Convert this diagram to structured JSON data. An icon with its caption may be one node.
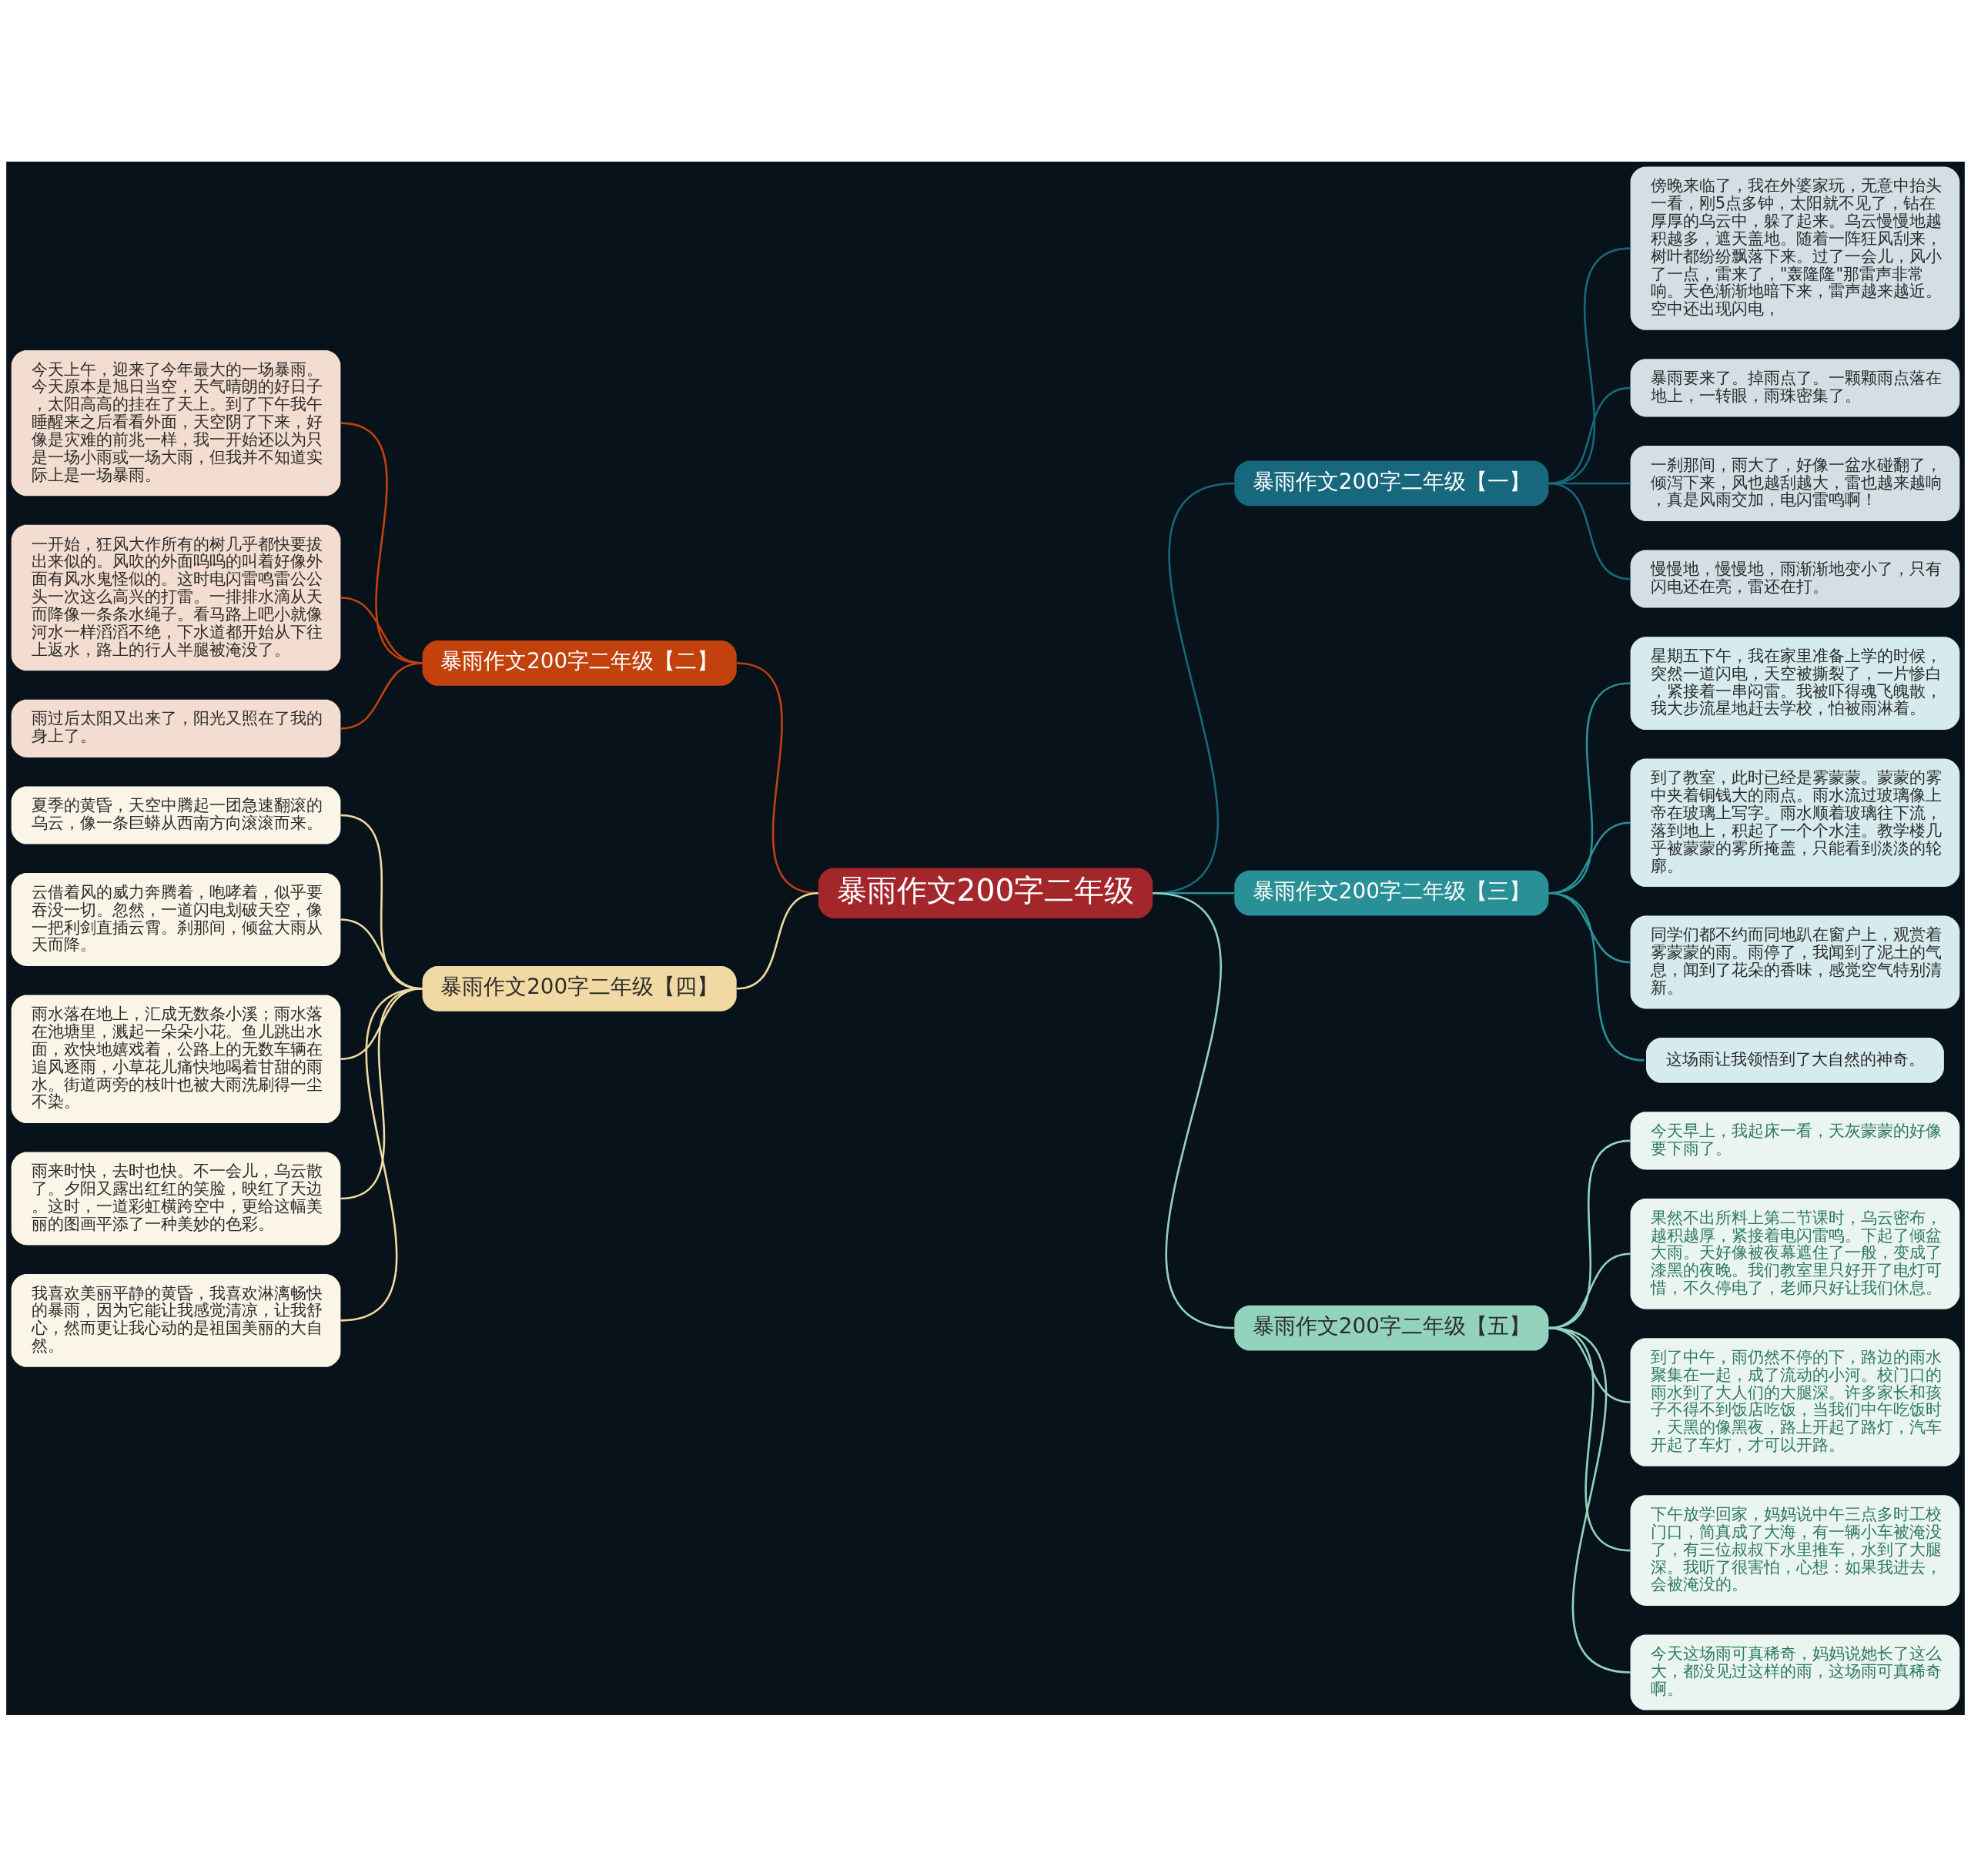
{
  "diagram": {
    "nodes": [
      {
        "text": [
          "暴雨作文200字二年级"
        ]
      },
      {
        "text": [
          "暴雨作文200字二年级【一】"
        ]
      },
      {
        "text": [
          "傍晚来临了，我在外婆家玩，无意中抬头一看，刚5点多钟，太阳就不见了，钻在厚厚的乌云中，躲了起来。乌云慢慢地越积越多，遮天盖地。随着一阵狂风刮来，树叶都纷纷飘落下来。过了一会儿，风小了一点，雷来了，\"轰隆隆\"那雷声非常响。天色渐渐地暗下来，雷声越来越近。空中还出现闪电，"
        ]
      },
      {
        "text": [
          "暴雨要来了。掉雨点了。一颗颗雨点落在地上，一转眼，雨珠密集了。"
        ]
      },
      {
        "text": [
          "一刹那间，雨大了，好像一盆水碰翻了，倾泻下来，风也越刮越大，雷也越来越响，真是风雨交加，电闪雷鸣啊！"
        ]
      },
      {
        "text": [
          "慢慢地，慢慢地，雨渐渐地变小了，只有闪电还在亮，雷还在打。"
        ]
      },
      {
        "text": [
          "暴雨作文200字二年级【二】"
        ]
      },
      {
        "text": [
          "今天上午，迎来了今年最大的一场暴雨。今天原本是旭日当空，天气晴朗的好日子，太阳高高的挂在了天上。到了下午我午睡醒来之后看看外面，天空阴了下来，好像是灾难的前兆一样，我一开始还以为只是一场小雨或一场大雨，但我并不知道实际上是一场暴雨。"
        ]
      },
      {
        "text": [
          "一开始，狂风大作所有的树几乎都快要拔出来似的。风吹的外面呜呜的叫着好像外面有风水鬼怪似的。这时电闪雷鸣雷公公头一次这么高兴的打雷。一排排水滴从天而降像一条条水绳子。看马路上吧小就像河水一样滔滔不绝，下水道都开始从下往上返水，路上的行人半腿被淹没了。"
        ]
      },
      {
        "text": [
          "雨过后太阳又出来了，阳光又照在了我的身上了。"
        ]
      },
      {
        "text": [
          "暴雨作文200字二年级【三】"
        ]
      },
      {
        "text": [
          "星期五下午，我在家里准备上学的时候，突然一道闪电，天空被撕裂了，一片惨白，紧接着一串闷雷。我被吓得魂飞魄散，我大步流星地赶去学校，怕被雨淋着。"
        ]
      },
      {
        "text": [
          "到了教室，此时已经是雾蒙蒙。蒙蒙的雾中夹着铜钱大的雨点。雨水流过玻璃像上帝在玻璃上写字。雨水顺着玻璃往下流，落到地上，积起了一个个水洼。教学楼几乎被蒙蒙的雾所掩盖，只能看到淡淡的轮廓。"
        ]
      },
      {
        "text": [
          "同学们都不约而同地趴在窗户上，观赏着雾蒙蒙的雨。雨停了，我闻到了泥土的气息，闻到了花朵的香味，感觉空气特别清新。"
        ]
      },
      {
        "text": [
          "这场雨让我领悟到了大自然的神奇。"
        ]
      },
      {
        "text": [
          "暴雨作文200字二年级【四】"
        ]
      },
      {
        "text": [
          "夏季的黄昏，天空中腾起一团急速翻滚的乌云，像一条巨蟒从西南方向滚滚而来。"
        ]
      },
      {
        "text": [
          "云借着风的威力奔腾着，咆哮着，似乎要吞没一切。忽然，一道闪电划破天空，像一把利剑直插云霄。刹那间，倾盆大雨从天而降。"
        ]
      },
      {
        "text": [
          "雨水落在地上，汇成无数条小溪；雨水落在池塘里，溅起一朵朵小花。鱼儿跳出水面，欢快地嬉戏着，公路上的无数车辆在追风逐雨，小草花儿痛快地喝着甘甜的雨水。街道两旁的枝叶也被大雨洗刷得一尘不染。"
        ]
      },
      {
        "text": [
          "雨来时快，去时也快。不一会儿，乌云散了。夕阳又露出红红的笑脸，映红了天边。这时，一道彩虹横跨空中，更给这幅美丽的图画平添了一种美妙的色彩。"
        ]
      },
      {
        "text": [
          "我喜欢美丽平静的黄昏，我喜欢淋漓畅快的暴雨，因为它能让我感觉清凉，让我舒心，然而更让我心动的是祖国美丽的大自然。"
        ]
      },
      {
        "text": [
          "暴雨作文200字二年级【五】"
        ]
      },
      {
        "text": [
          "今天早上，我起床一看，天灰蒙蒙的好像要下雨了。"
        ]
      },
      {
        "text": [
          "果然不出所料上第二节课时，乌云密布，越积越厚，紧接着电闪雷鸣。下起了倾盆大雨。天好像被夜幕遮住了一般，变成了漆黑的夜晚。我们教室里只好开了电灯可惜，不久停电了，老师只好让我们休息。"
        ]
      },
      {
        "text": [
          "到了中午，雨仍然不停的下，路边的雨水聚集在一起，成了流动的小河。校门口的雨水到了大人们的大腿深。许多家长和孩子不得不到饭店吃饭，当我们中午吃饭时，天黑的像黑夜，路上开起了路灯，汽车开起了车灯，才可以开路。"
        ]
      },
      {
        "text": [
          "下午放学回家，妈妈说中午三点多时工校门口，简真成了大海，有一辆小车被淹没了，有三位叔叔下水里推车，水到了大腿深。我听了很害怕，心想：如果我进去，会被淹没的。"
        ]
      },
      {
        "text": [
          "今天这场雨可真稀奇，妈妈说她长了这么大，都没见过这样的雨，这场雨可真稀奇啊。"
        ]
      }
    ],
    "edges": [
      {
        "from": 0,
        "to": 1,
        "arrow": "none",
        "color": "#17687d"
      },
      {
        "from": 1,
        "to": 2,
        "arrow": "none",
        "color": "#17687d"
      },
      {
        "from": 1,
        "to": 3,
        "arrow": "none",
        "color": "#17687d"
      },
      {
        "from": 1,
        "to": 4,
        "arrow": "none",
        "color": "#17687d"
      },
      {
        "from": 1,
        "to": 5,
        "arrow": "none",
        "color": "#17687d"
      },
      {
        "from": 0,
        "to": 6,
        "arrow": "none",
        "color": "#c2410c"
      },
      {
        "from": 6,
        "to": 7,
        "arrow": "none",
        "color": "#c2410c"
      },
      {
        "from": 6,
        "to": 8,
        "arrow": "none",
        "color": "#c2410c"
      },
      {
        "from": 6,
        "to": 9,
        "arrow": "none",
        "color": "#c2410c"
      },
      {
        "from": 0,
        "to": 10,
        "arrow": "none",
        "color": "#2a9098"
      },
      {
        "from": 10,
        "to": 11,
        "arrow": "none",
        "color": "#2a9098"
      },
      {
        "from": 10,
        "to": 12,
        "arrow": "none",
        "color": "#2a9098"
      },
      {
        "from": 10,
        "to": 13,
        "arrow": "none",
        "color": "#2a9098"
      },
      {
        "from": 10,
        "to": 14,
        "arrow": "none",
        "color": "#2a9098"
      },
      {
        "from": 0,
        "to": 15,
        "arrow": "none",
        "color": "#f0d9a2"
      },
      {
        "from": 15,
        "to": 16,
        "arrow": "none",
        "color": "#f0d9a2"
      },
      {
        "from": 15,
        "to": 17,
        "arrow": "none",
        "color": "#f0d9a2"
      },
      {
        "from": 15,
        "to": 18,
        "arrow": "none",
        "color": "#f0d9a2"
      },
      {
        "from": 15,
        "to": 19,
        "arrow": "none",
        "color": "#f0d9a2"
      },
      {
        "from": 15,
        "to": 20,
        "arrow": "none",
        "color": "#f0d9a2"
      },
      {
        "from": 0,
        "to": 21,
        "arrow": "none",
        "color": "#93d3bd"
      },
      {
        "from": 21,
        "to": 22,
        "arrow": "none",
        "color": "#93d3bd"
      },
      {
        "from": 21,
        "to": 23,
        "arrow": "none",
        "color": "#93d3bd"
      },
      {
        "from": 21,
        "to": 24,
        "arrow": "none",
        "color": "#93d3bd"
      },
      {
        "from": 21,
        "to": 25,
        "arrow": "none",
        "color": "#93d3bd"
      },
      {
        "from": 21,
        "to": 26,
        "arrow": "none",
        "color": "#93d3bd"
      }
    ]
  }
}
